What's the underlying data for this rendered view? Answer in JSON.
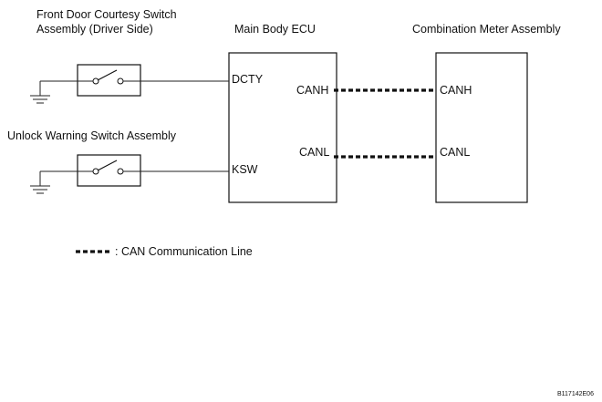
{
  "components": {
    "door_switch": {
      "title_line1": "Front Door Courtesy Switch",
      "title_line2": "Assembly (Driver Side)"
    },
    "unlock_switch": {
      "title": "Unlock Warning Switch Assembly"
    },
    "main_body_ecu": {
      "title": "Main Body ECU",
      "pins": {
        "dcty": "DCTY",
        "ksw": "KSW",
        "canh": "CANH",
        "canl": "CANL"
      }
    },
    "combination_meter": {
      "title": "Combination Meter Assembly",
      "pins": {
        "canh": "CANH",
        "canl": "CANL"
      }
    }
  },
  "legend": {
    "can_line": ": CAN Communication Line"
  },
  "figure_id": "B117142E06"
}
